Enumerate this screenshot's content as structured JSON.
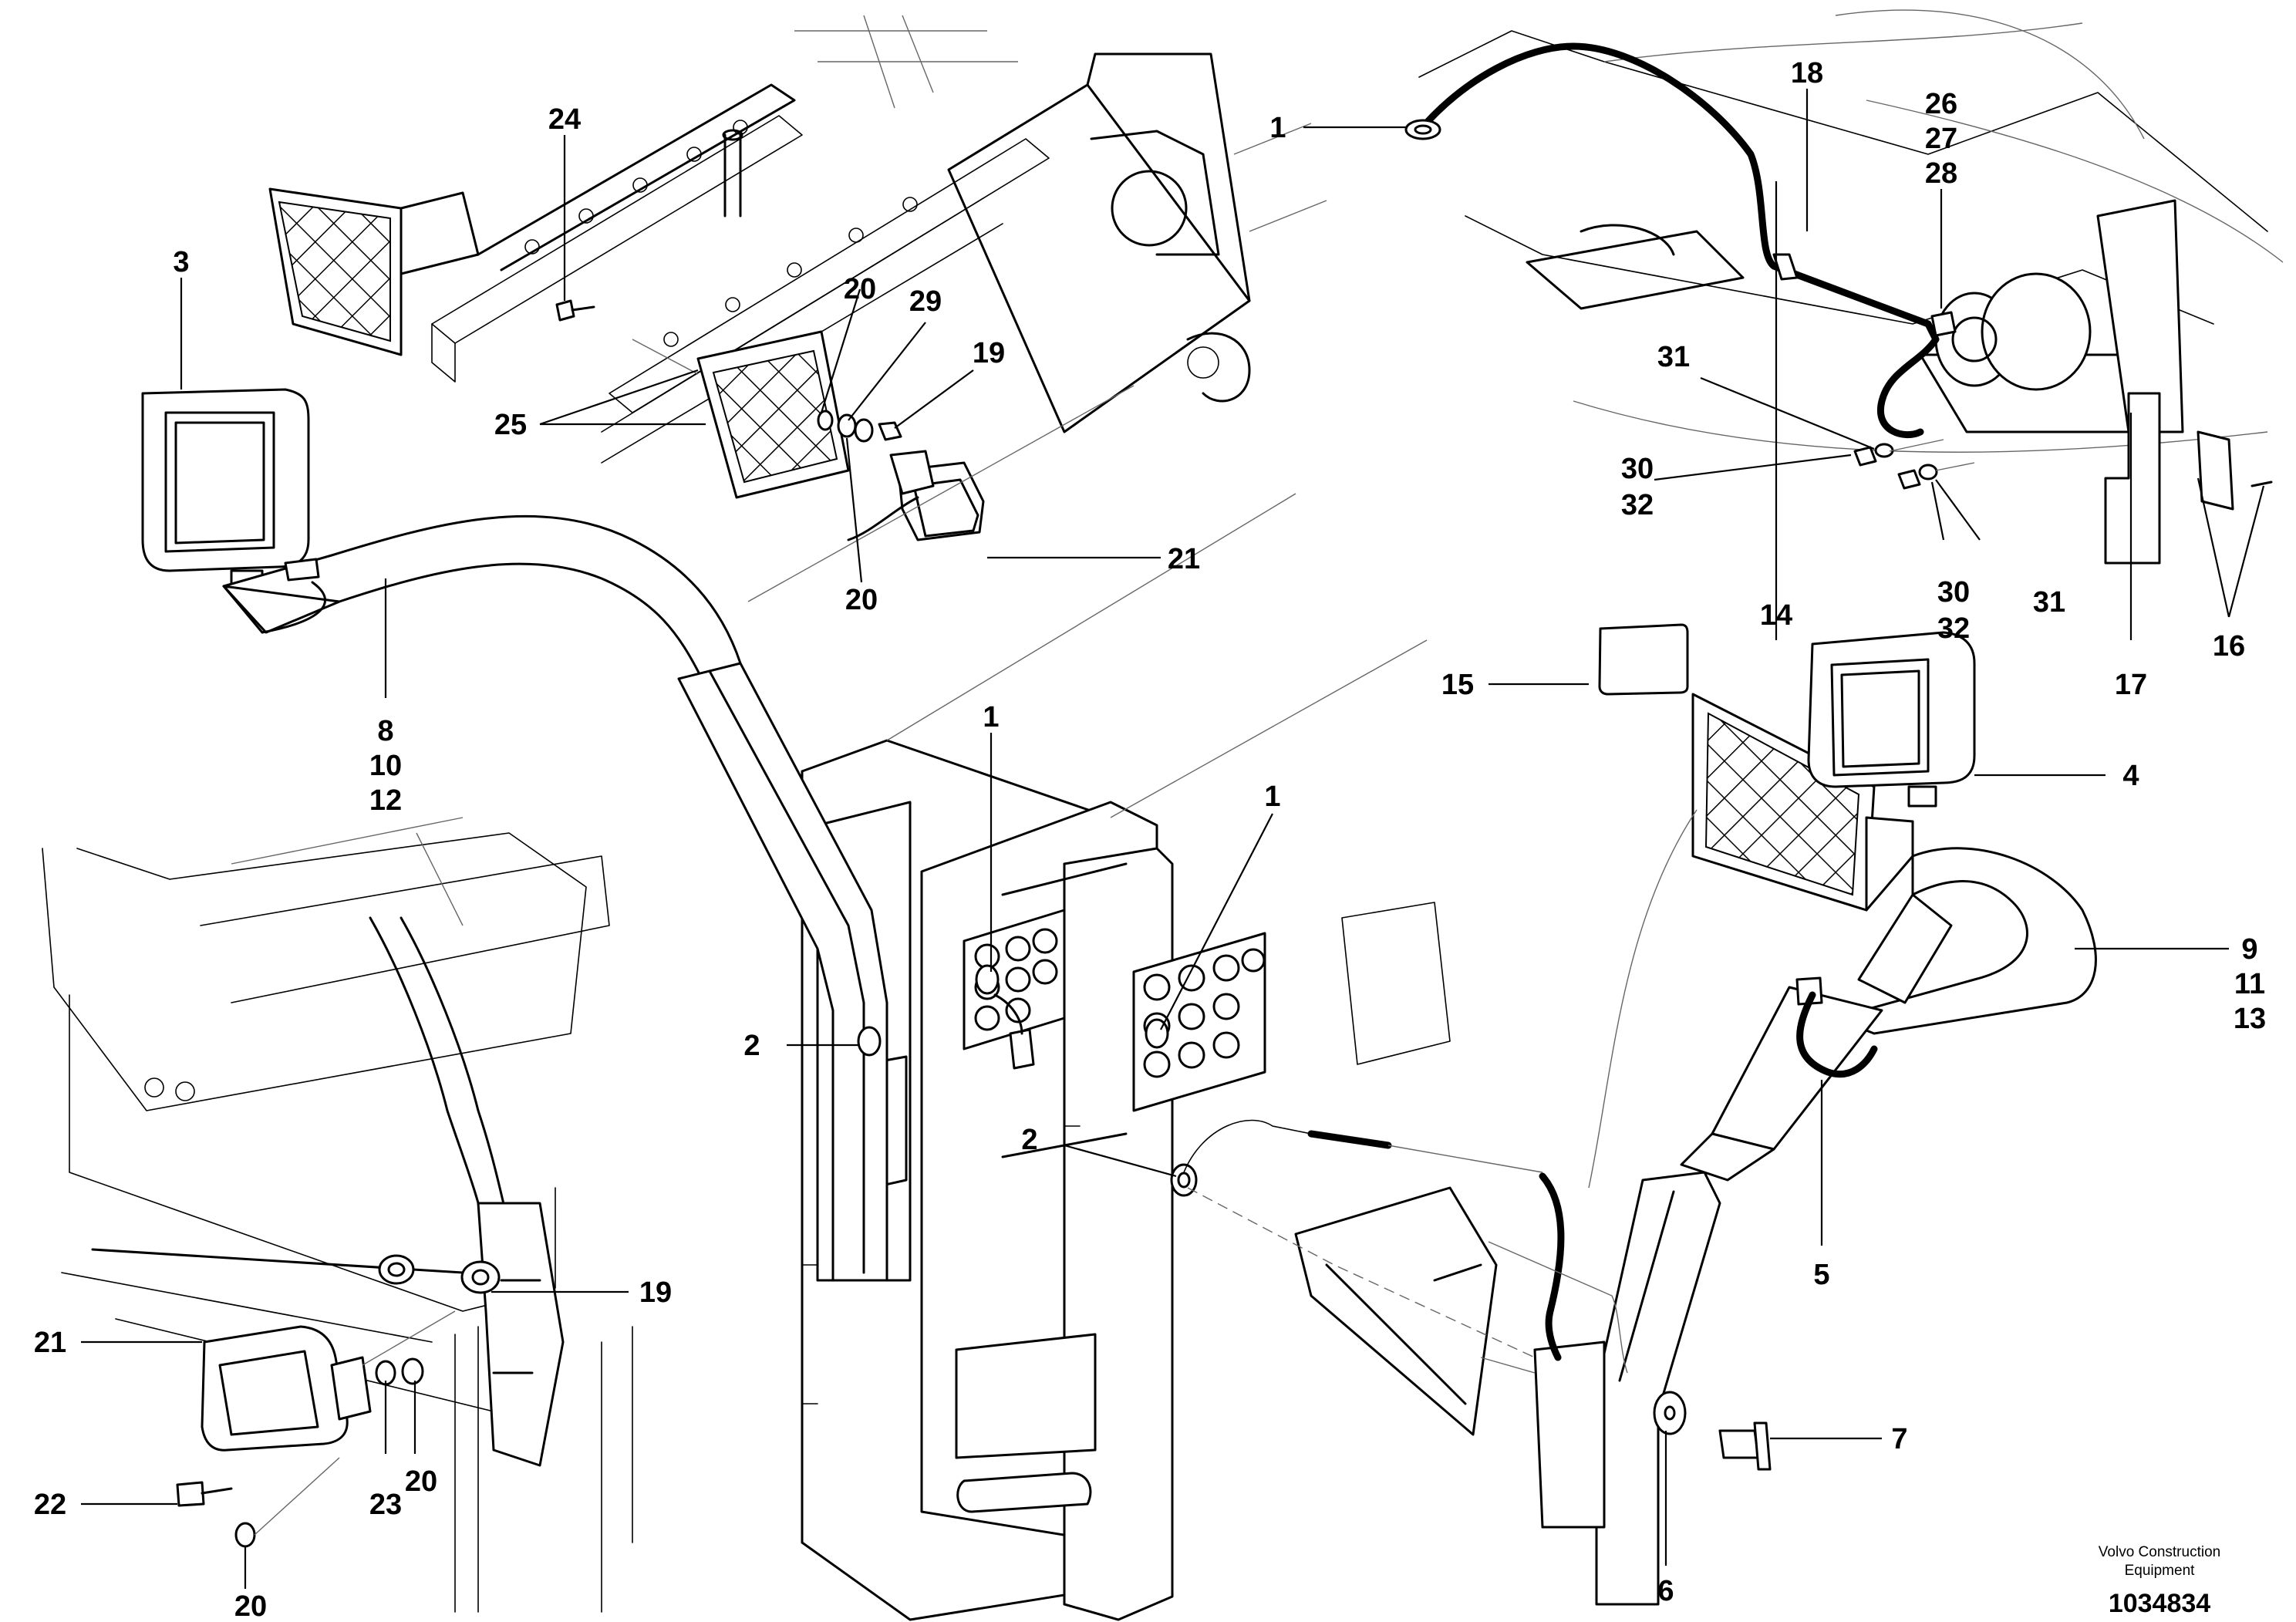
{
  "drawing": {
    "brand_line1": "Volvo Construction",
    "brand_line2": "Equipment",
    "document_number": "1034834"
  },
  "callouts": {
    "c1a": "1",
    "c1b": "1",
    "c1c": "1",
    "c2a": "2",
    "c2b": "2",
    "c3": "3",
    "c4": "4",
    "c5": "5",
    "c6": "6",
    "c7": "7",
    "c8": "8",
    "c10": "10",
    "c12": "12",
    "c9": "9",
    "c11": "11",
    "c13": "13",
    "c14": "14",
    "c15": "15",
    "c16": "16",
    "c17": "17",
    "c18": "18",
    "c19a": "19",
    "c19b": "19",
    "c20a": "20",
    "c20b": "20",
    "c20c": "20",
    "c20d": "20",
    "c21a": "21",
    "c21b": "21",
    "c22": "22",
    "c23": "23",
    "c24": "24",
    "c25": "25",
    "c26": "26",
    "c27": "27",
    "c28": "28",
    "c29": "29",
    "c30a": "30",
    "c30b": "30",
    "c31a": "31",
    "c31b": "31",
    "c32a": "32",
    "c32b": "32"
  }
}
